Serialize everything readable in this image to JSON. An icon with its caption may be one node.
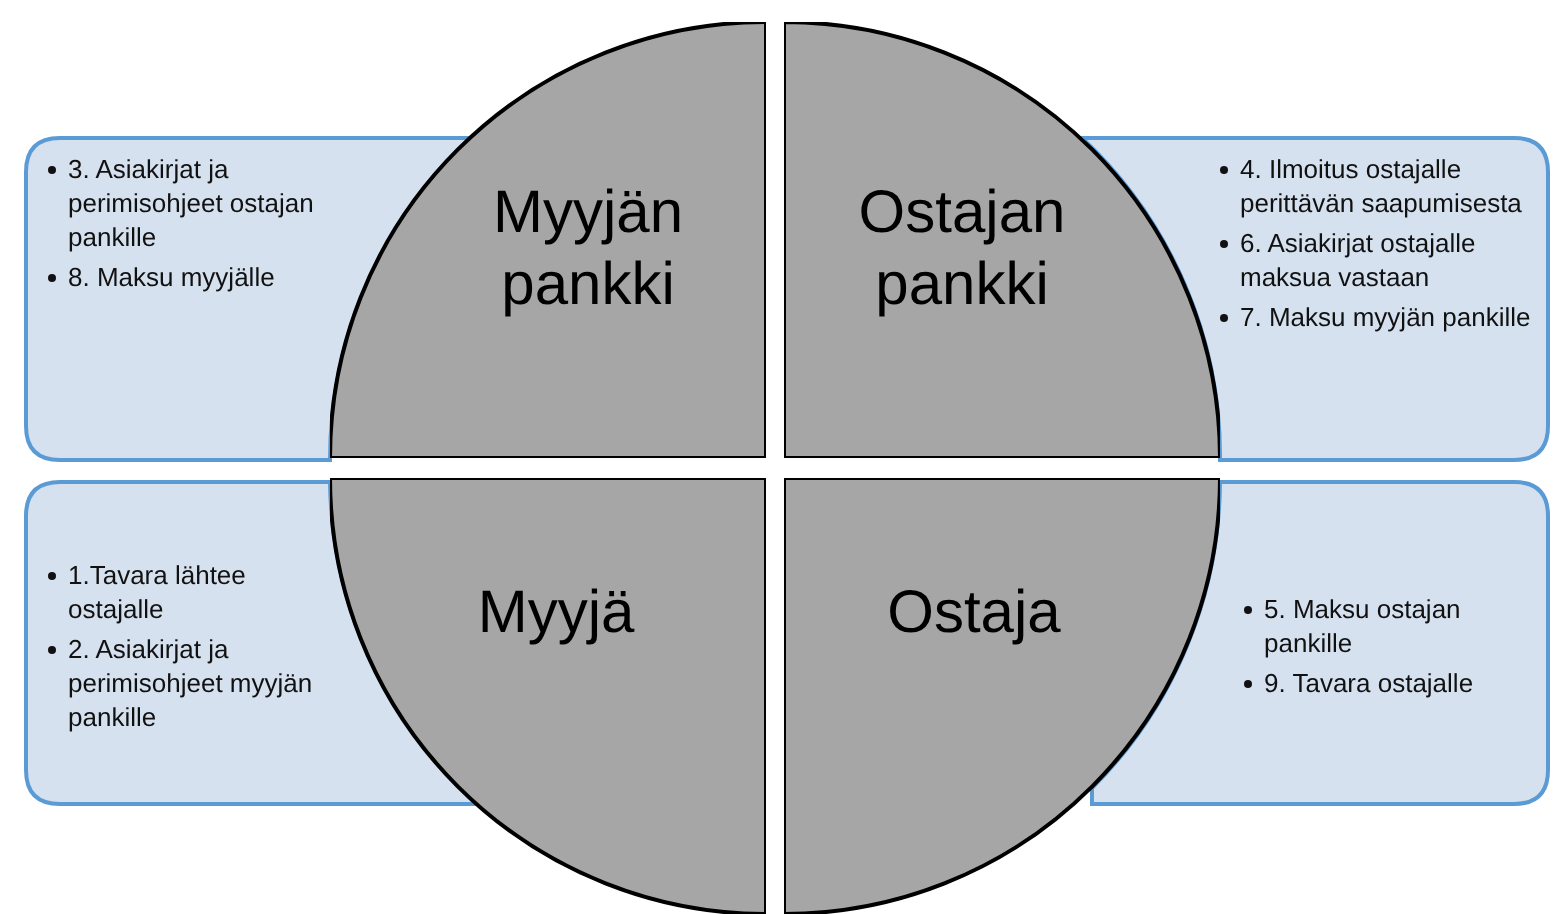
{
  "diagram": {
    "nodes": [
      {
        "text": [
          "3. Asiakirjat ja perimisohjeet ostajan pankille",
          "8. Maksu myyjälle"
        ]
      },
      {
        "text": [
          "Myyjän pankki"
        ]
      },
      {
        "text": [
          "Ostajan pankki"
        ]
      },
      {
        "text": [
          "4. Ilmoitus ostajalle perittävän saapumisesta",
          "6. Asiakirjat ostajalle maksua vastaan",
          "7. Maksu myyjän pankille"
        ]
      },
      {
        "text": [
          "1.Tavara lähtee ostajalle",
          "2. Asiakirjat ja perimisohjeet myyjän pankille"
        ]
      },
      {
        "text": [
          "Myyjä"
        ]
      },
      {
        "text": [
          "Ostaja"
        ]
      },
      {
        "text": [
          "5. Maksu ostajan pankille",
          "9. Tavara ostajalle"
        ]
      }
    ]
  }
}
